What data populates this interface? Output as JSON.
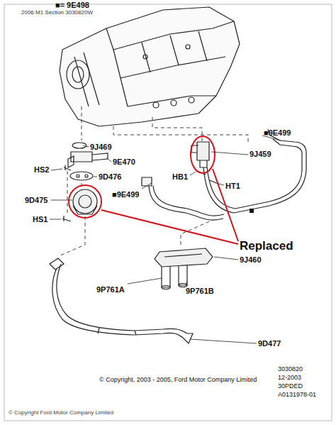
{
  "diagram": {
    "labels": [
      "■= 9E498",
      "2006 M1 Section 3030820W",
      "9J469",
      "9E470",
      "HS2",
      "9D476",
      "9D475",
      "■9E499",
      "■9E499",
      "9J459",
      "HB1",
      "HT1",
      "HS1",
      "Replaced",
      "9J460",
      "9P761A",
      "9P761B",
      "9D477",
      "3030820",
      "12-2003",
      "30PDED",
      "A0131978-01",
      "© Copyright, 2003 - 2005, Ford Motor Company Limited",
      "© Copyright Ford Motor Company Limited"
    ]
  }
}
